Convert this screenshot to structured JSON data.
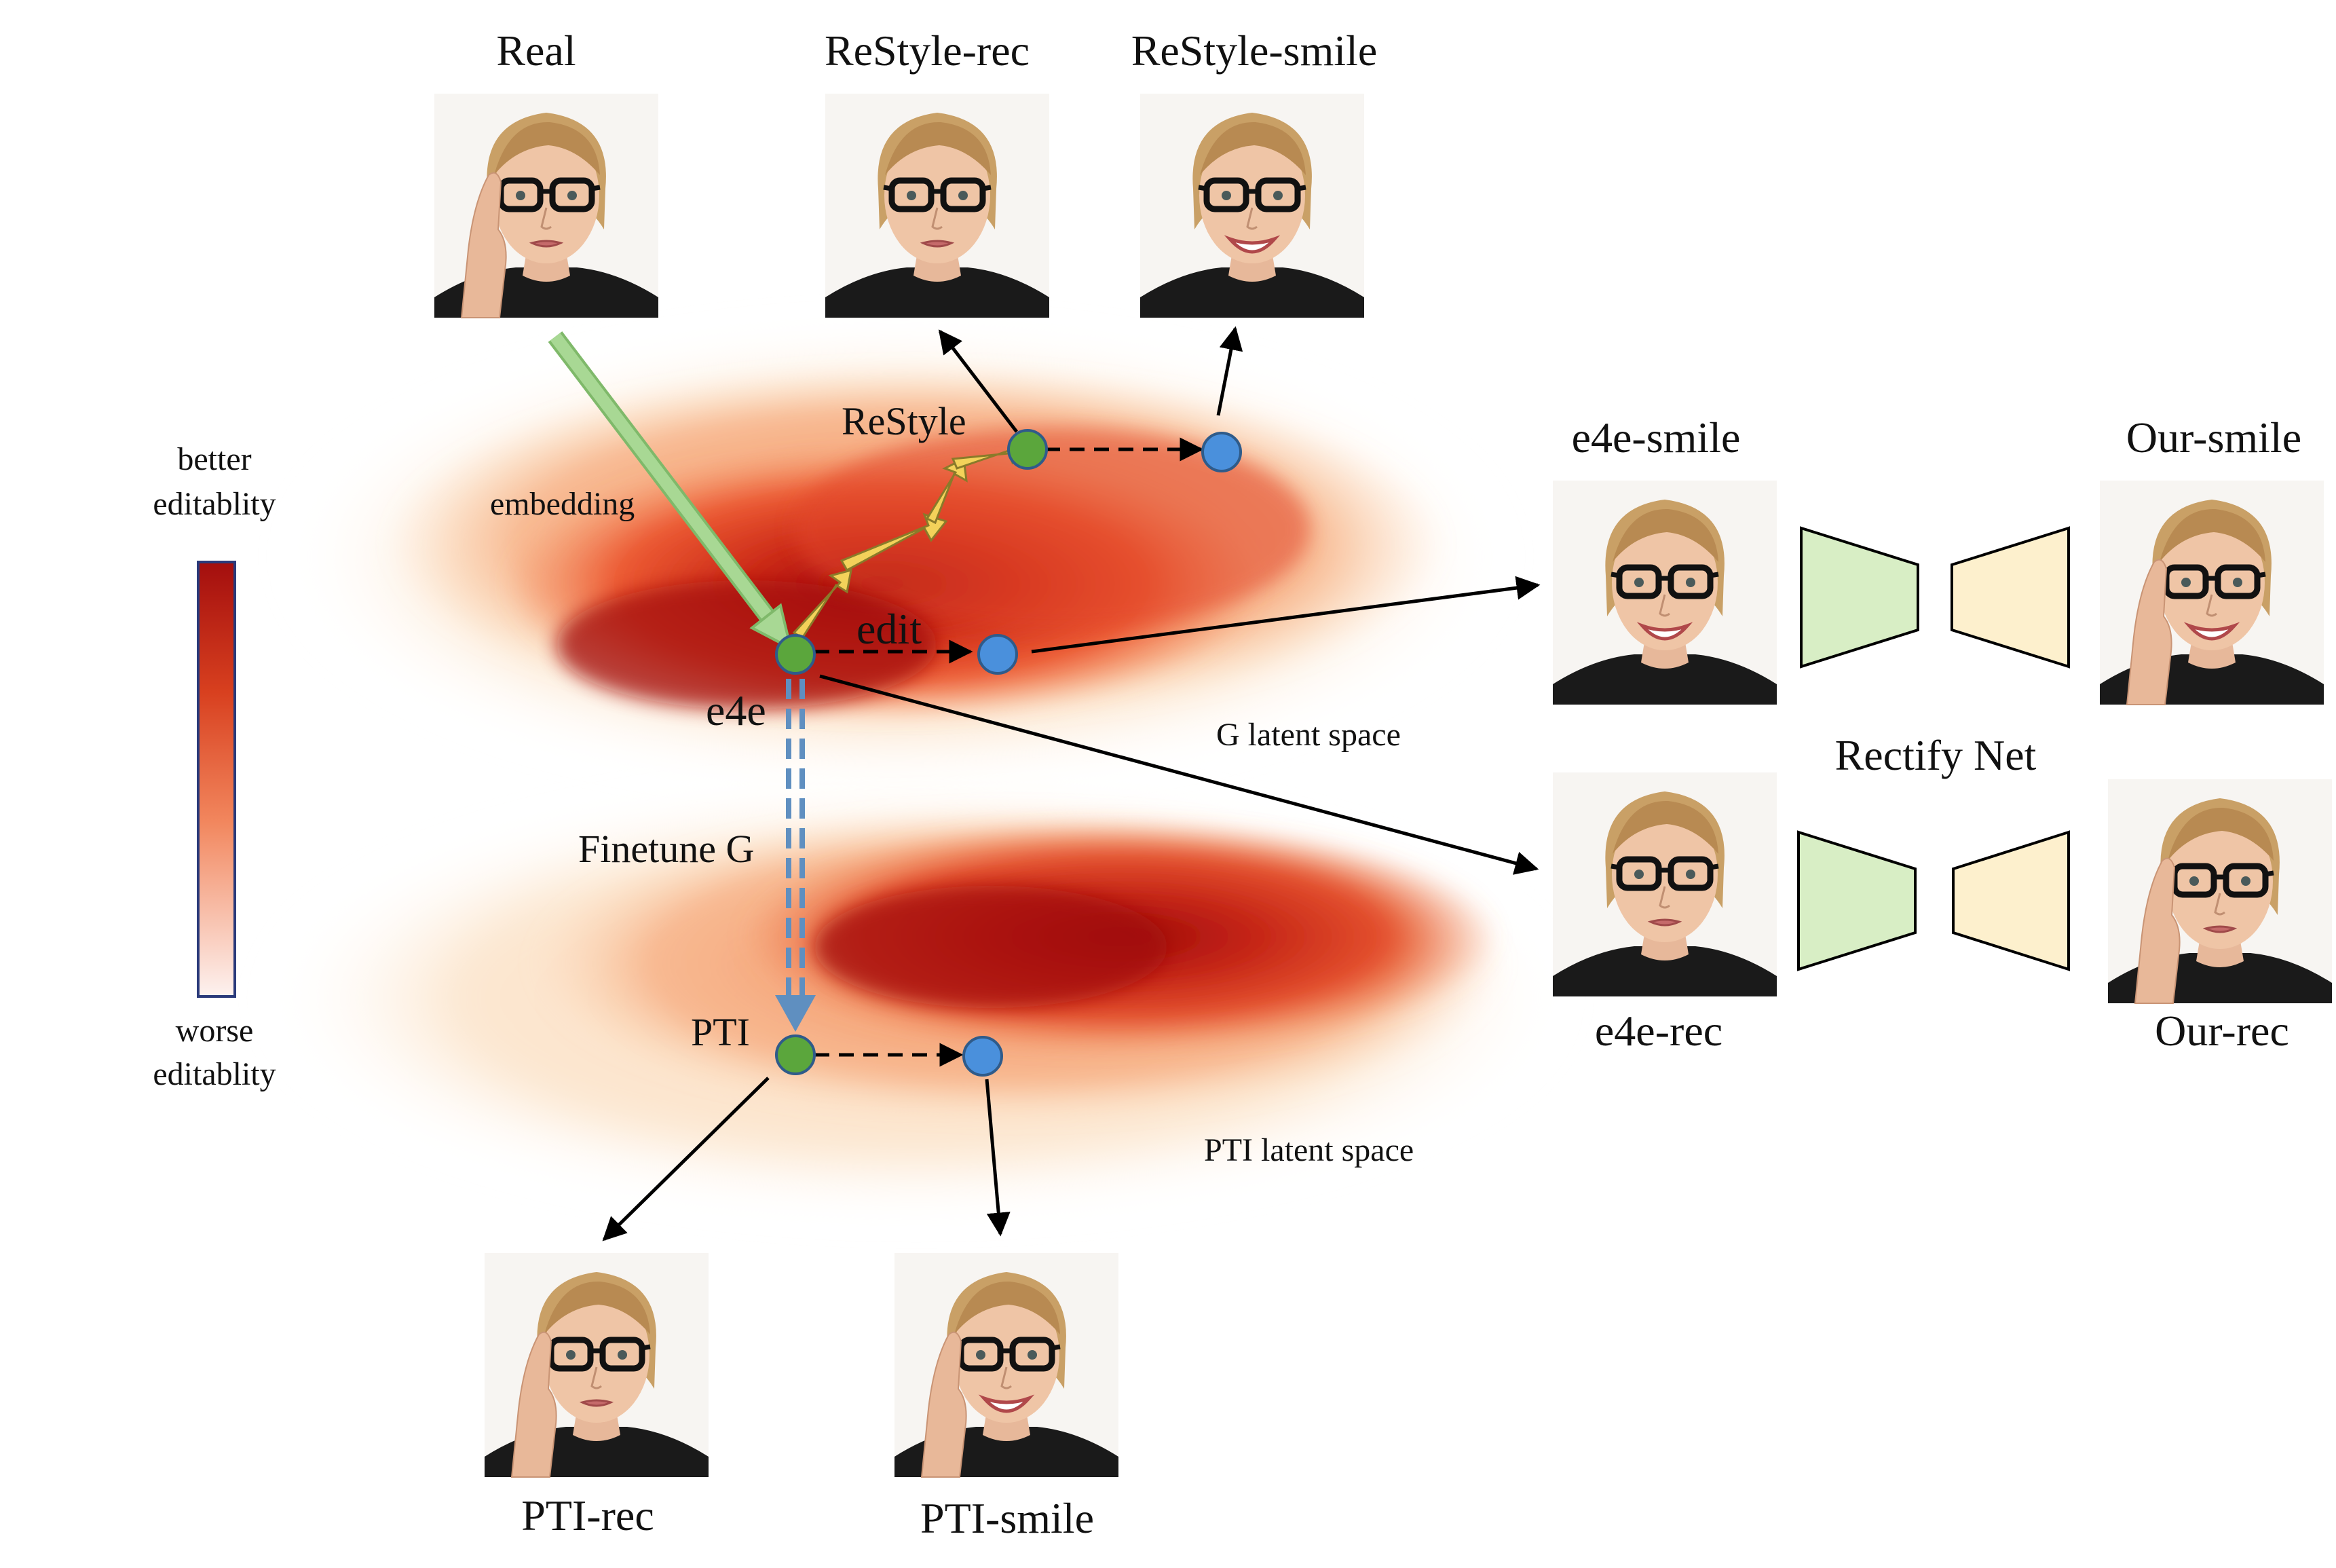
{
  "colors": {
    "heat_dark": "#a30e0e",
    "heat_mid": "#ee6a40",
    "heat_light": "#fbe2c8",
    "node_green": "#5ba63c",
    "node_blue": "#4a90dc",
    "embed_arrow": "#9fd38a",
    "restyle_arrow": "#f3d25a",
    "finetune_arrow": "#5f8fc0",
    "encoder_fill": "#d8eec5",
    "decoder_fill": "#fdf0cd",
    "colorbar_border": "#2a3a7a"
  },
  "labels": {
    "real": "Real",
    "restyle_rec": "ReStyle-rec",
    "restyle_smile": "ReStyle-smile",
    "e4e_smile": "e4e-smile",
    "our_smile": "Our-smile",
    "rectify_net": "Rectify Net",
    "e4e_rec": "e4e-rec",
    "our_rec": "Our-rec",
    "pti_rec": "PTI-rec",
    "pti_smile": "PTI-smile",
    "better_line1": "better",
    "better_line2": "editablity",
    "worse_line1": "worse",
    "worse_line2": "editablity",
    "embedding": "embedding",
    "restyle": "ReStyle",
    "edit": "edit",
    "e4e": "e4e",
    "finetune_g": "Finetune G",
    "pti": "PTI",
    "g_latent_space": "G latent space",
    "pti_latent_space": "PTI latent space"
  },
  "faces": [
    {
      "id": "real",
      "expression": "rec",
      "hand": true
    },
    {
      "id": "restyle-rec",
      "expression": "rec",
      "hand": false
    },
    {
      "id": "restyle-smile",
      "expression": "smile",
      "hand": false
    },
    {
      "id": "e4e-smile",
      "expression": "smile",
      "hand": false
    },
    {
      "id": "our-smile",
      "expression": "smile",
      "hand": true
    },
    {
      "id": "e4e-rec",
      "expression": "rec",
      "hand": false
    },
    {
      "id": "our-rec",
      "expression": "rec",
      "hand": true
    },
    {
      "id": "pti-rec",
      "expression": "rec",
      "hand": true
    },
    {
      "id": "pti-smile",
      "expression": "smile",
      "hand": true
    }
  ]
}
